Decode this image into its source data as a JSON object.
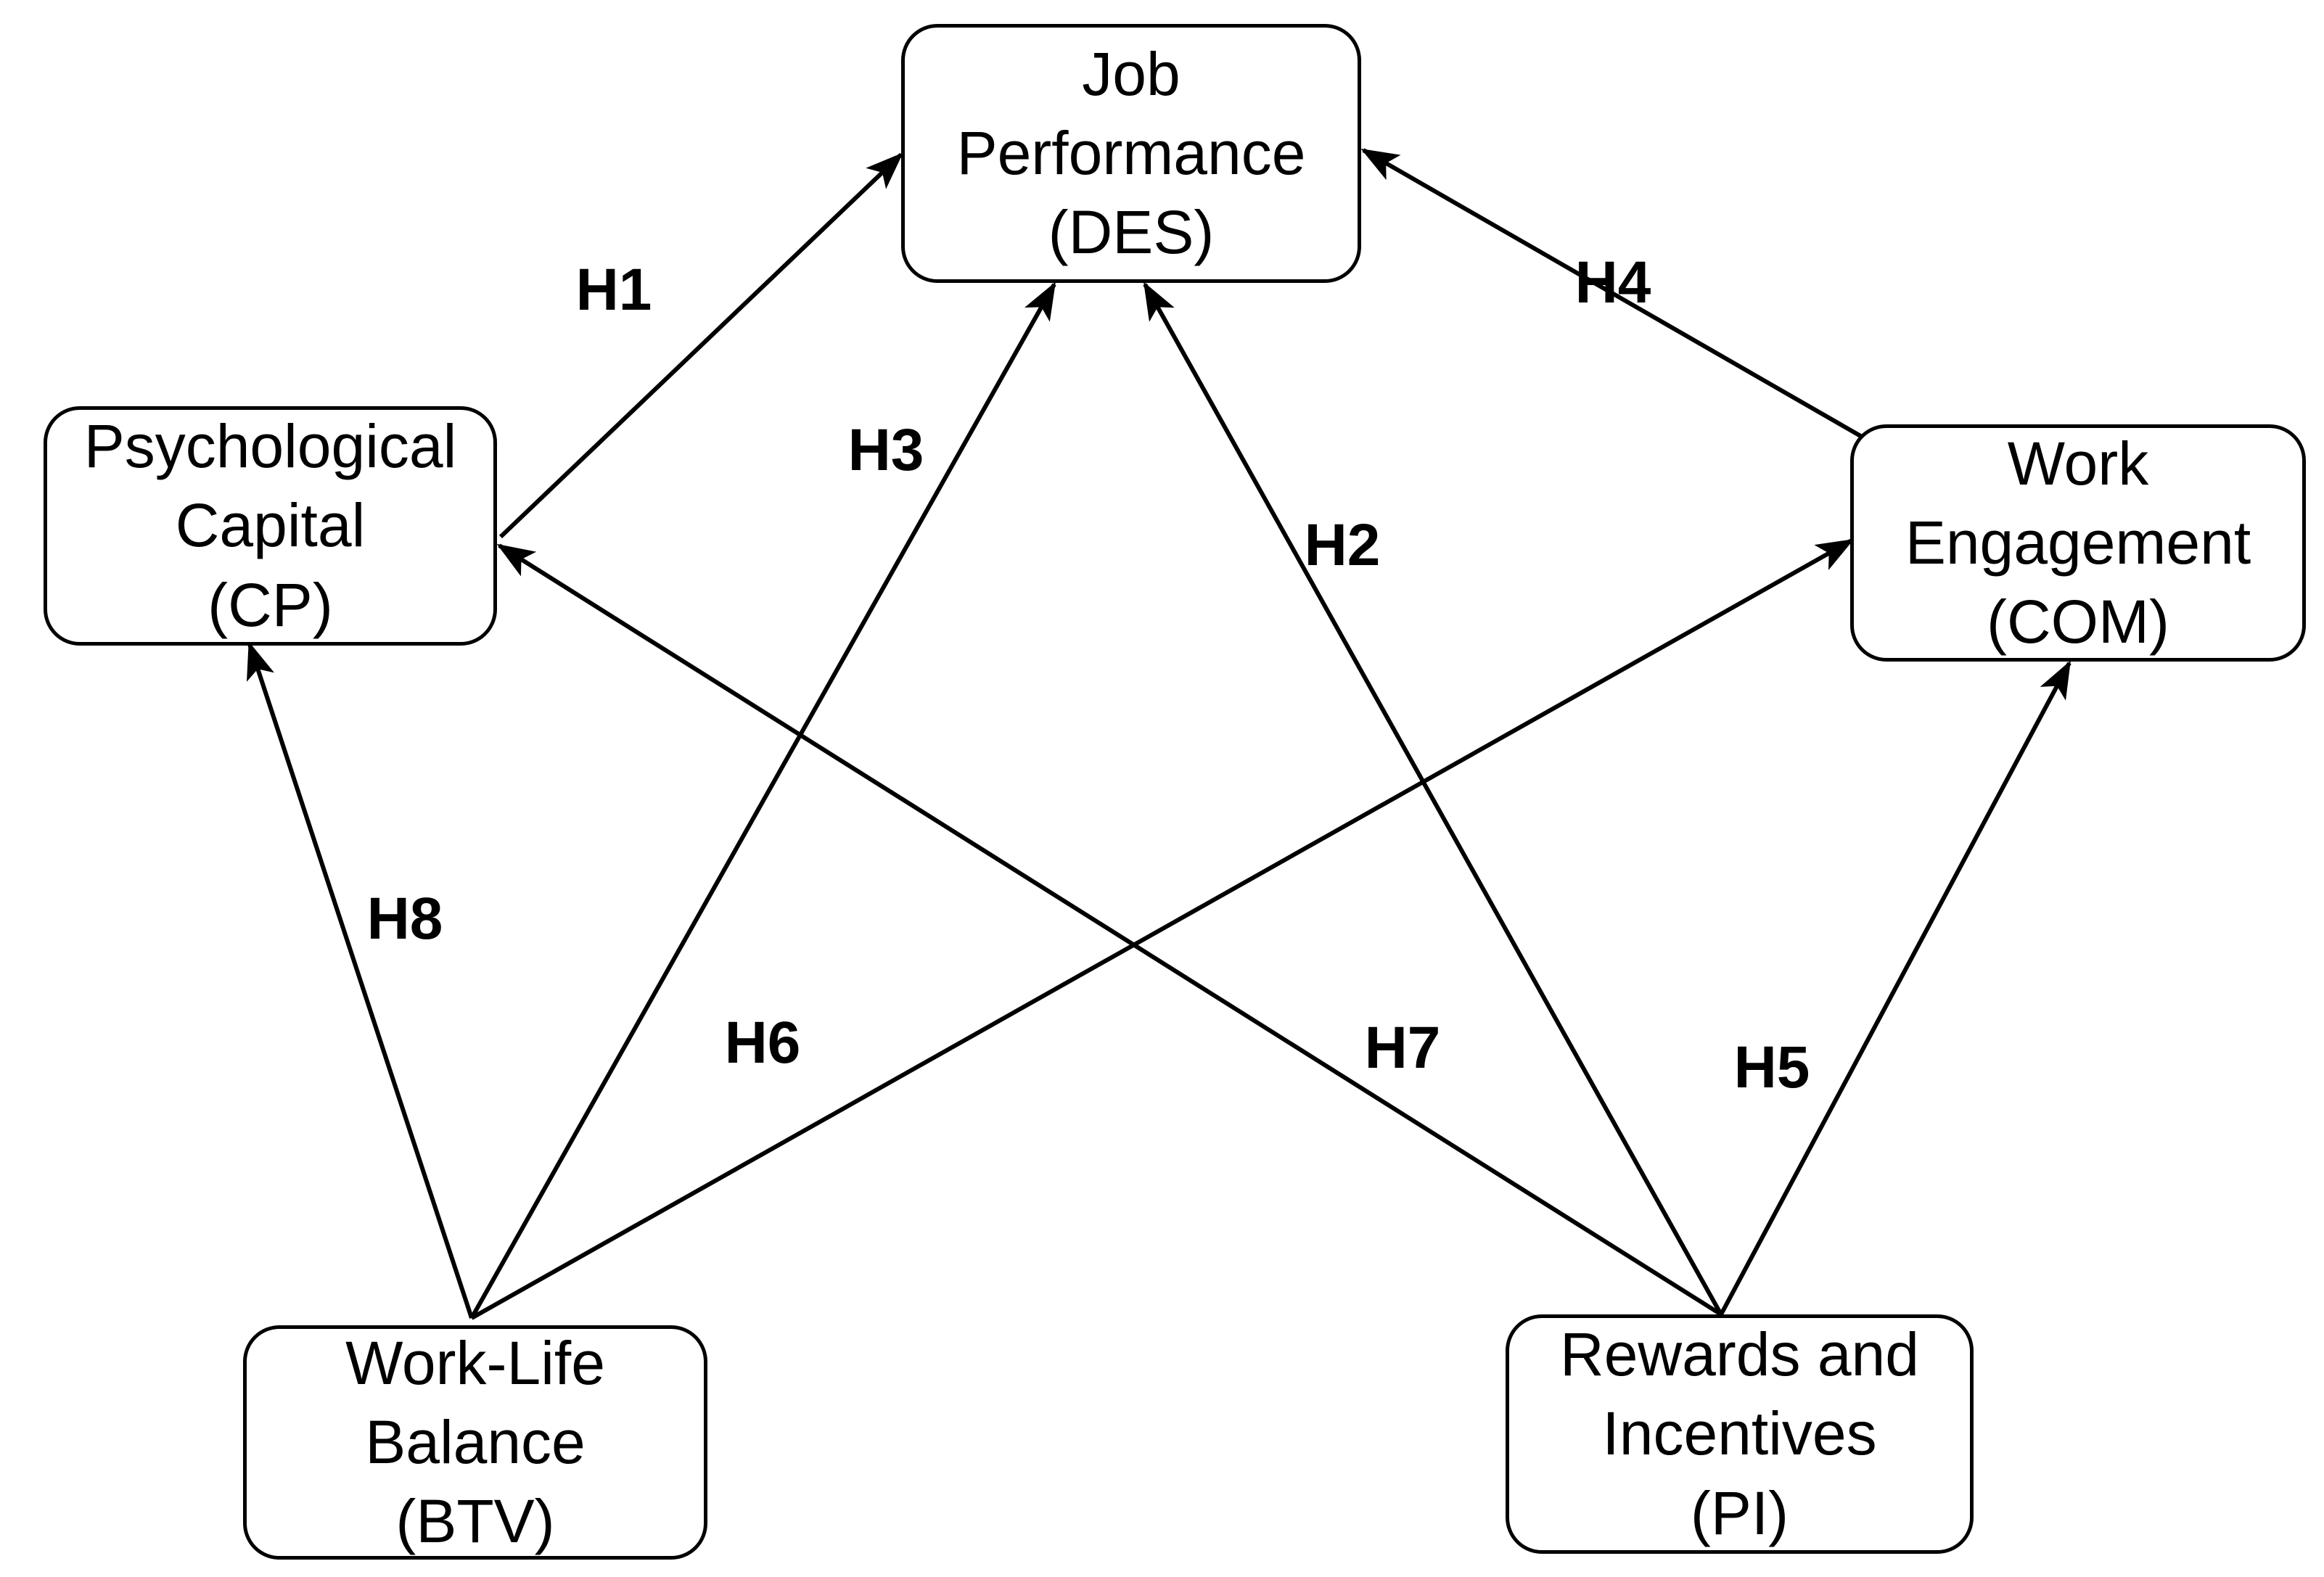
{
  "figure": {
    "type": "path-model-diagram",
    "background": "#ffffff",
    "line_color": "#000000",
    "box_fill": "#ffffff",
    "box_border_color": "#000000",
    "text_color": "#000000"
  },
  "nodes": {
    "job_performance": {
      "id": "DES",
      "lines": [
        "Job",
        "Performance",
        "(DES)"
      ]
    },
    "psychological_capital": {
      "id": "CP",
      "lines": [
        "Psychological",
        "Capital",
        "(CP)"
      ]
    },
    "work_engagement": {
      "id": "COM",
      "lines": [
        "Work",
        "Engagement",
        "(COM)"
      ]
    },
    "work_life_balance": {
      "id": "BTV",
      "lines": [
        "Work-Life",
        "Balance",
        "(BTV)"
      ]
    },
    "rewards_incentives": {
      "id": "PI",
      "lines": [
        "Rewards and",
        "Incentives",
        "(PI)"
      ]
    }
  },
  "hypotheses": {
    "h1": {
      "label": "H1",
      "from": "Psychological Capital (CP)",
      "to": "Job Performance (DES)"
    },
    "h2": {
      "label": "H2",
      "from": "Rewards and Incentives (PI)",
      "to": "Job Performance (DES)"
    },
    "h3": {
      "label": "H3",
      "from": "Work-Life Balance (BTV)",
      "to": "Job Performance (DES)"
    },
    "h4": {
      "label": "H4",
      "from": "Work Engagement (COM)",
      "to": "Job Performance (DES)"
    },
    "h5": {
      "label": "H5",
      "from": "Rewards and Incentives (PI)",
      "to": "Work Engagement (COM)"
    },
    "h6": {
      "label": "H6",
      "from": "Work-Life Balance (BTV)",
      "to": "Work Engagement (COM)"
    },
    "h7": {
      "label": "H7",
      "from": "Rewards and Incentives (PI)",
      "to": "Psychological Capital (CP)"
    },
    "h8": {
      "label": "H8",
      "from": "Work-Life Balance (BTV)",
      "to": "Psychological Capital (CP)"
    }
  }
}
